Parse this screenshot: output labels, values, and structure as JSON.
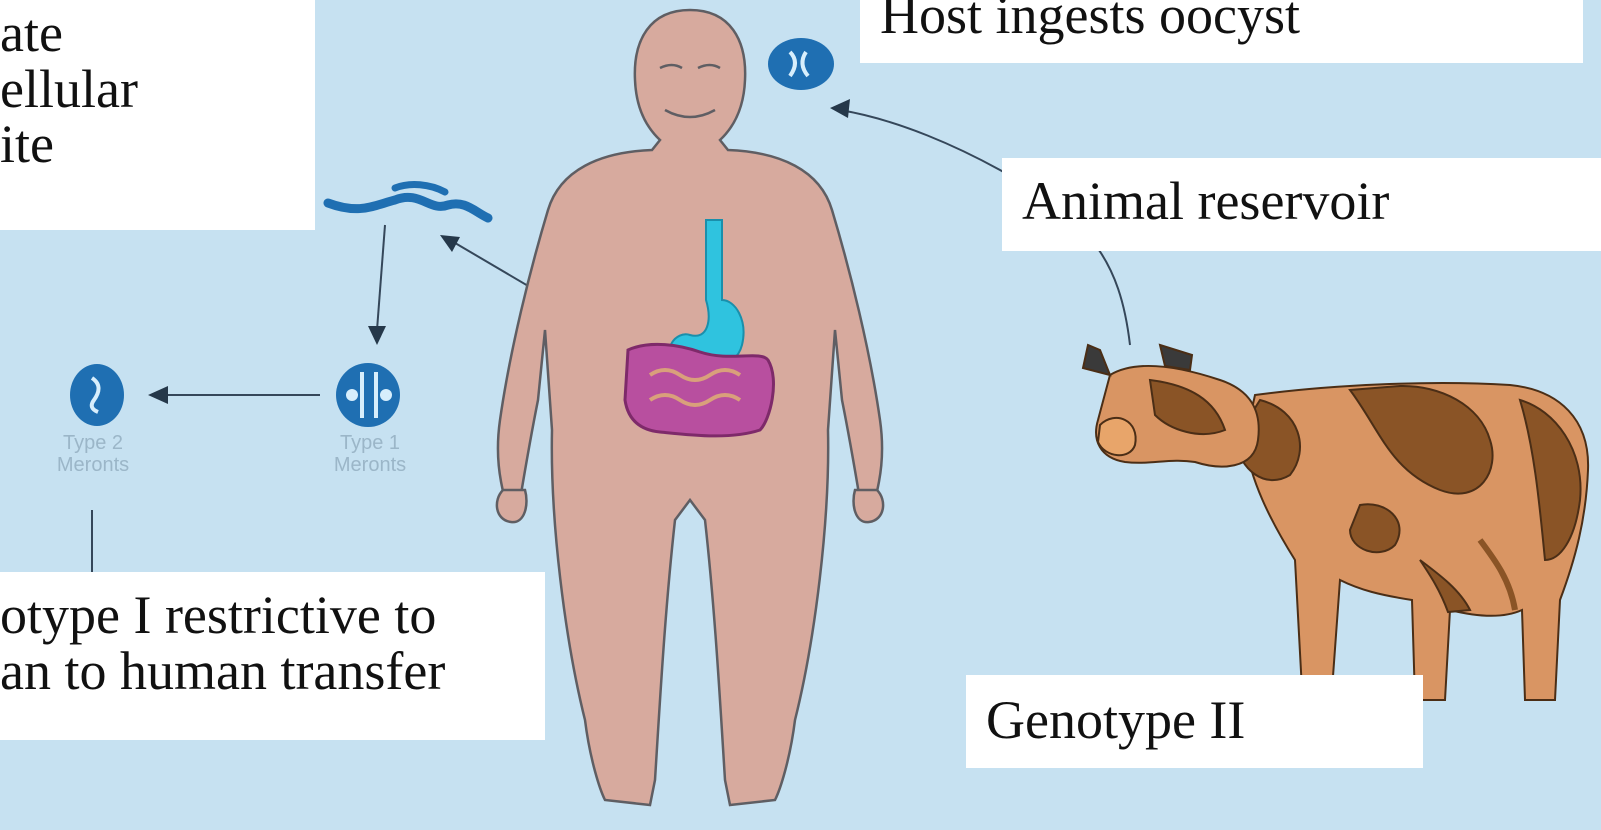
{
  "labels": {
    "parasite_line1": "ate",
    "parasite_line2": "ellular",
    "parasite_line3": "ite",
    "host_ingests": "Host ingests oocyst",
    "animal_reservoir": "Animal reservoir",
    "genotype_one_line1": "otype I restrictive to",
    "genotype_one_line2": "an to human transfer",
    "genotype_two": "Genotype II"
  },
  "faint_labels": {
    "type2_line1": "Type 2",
    "type2_line2": "Meronts",
    "type1_line1": "Type 1",
    "type1_line2": "Meronts"
  },
  "colors": {
    "background": "#c6e1f1",
    "body": "#d7aa9e",
    "stomach": "#2fc3df",
    "intestine": "#b84f9f",
    "cell": "#1f6fb2",
    "cow_light": "#d99563",
    "cow_dark": "#8a5426"
  }
}
